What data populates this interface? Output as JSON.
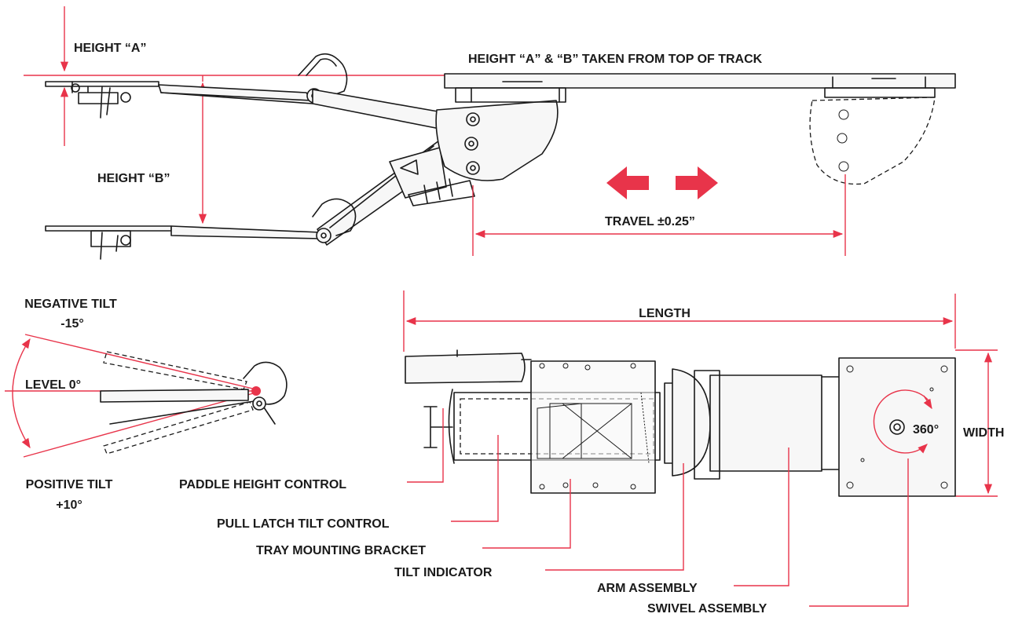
{
  "colors": {
    "accent": "#e8344a",
    "ink": "#1a1a1a",
    "background": "#ffffff"
  },
  "labels": {
    "height_a": "HEIGHT “A”",
    "height_note": "HEIGHT “A” & “B” TAKEN FROM TOP OF TRACK",
    "height_b": "HEIGHT “B”",
    "travel": "TRAVEL ±0.25”",
    "negative_tilt": "NEGATIVE TILT",
    "negative_tilt_value": "-15°",
    "level": "LEVEL 0°",
    "positive_tilt": "POSITIVE TILT",
    "positive_tilt_value": "+10°",
    "length": "LENGTH",
    "width": "WIDTH",
    "swivel_degrees": "360°"
  },
  "callouts": [
    "PADDLE HEIGHT CONTROL",
    "PULL LATCH TILT CONTROL",
    "TRAY MOUNTING BRACKET",
    "TILT INDICATOR",
    "ARM ASSEMBLY",
    "SWIVEL ASSEMBLY"
  ]
}
